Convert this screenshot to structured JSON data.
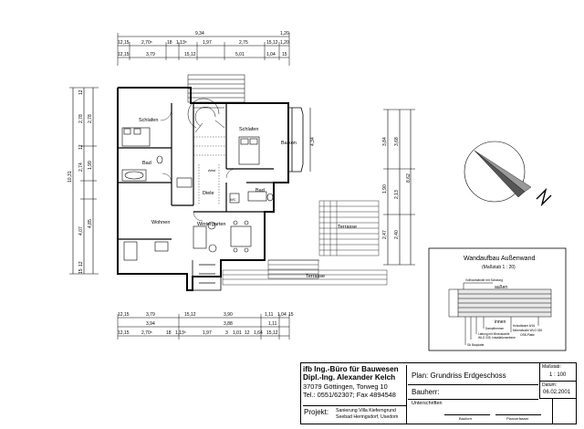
{
  "dimensions": {
    "top_overall": "9,34",
    "top_overall_right": "1,20",
    "top_row1": [
      "12,15",
      "2,70⁵",
      "18",
      "1,13⁵",
      "1,97",
      "2,75",
      "15,12",
      "1,20"
    ],
    "top_row2": [
      "12,15",
      "3,79",
      "15,12",
      "5,01",
      "1,04",
      "15"
    ],
    "bottom_row1": [
      "12,15",
      "3,79",
      "15,12",
      "3,90",
      "1,11",
      "1,04",
      "15"
    ],
    "bottom_row2": [
      "3,94",
      "3,88",
      "1,11"
    ],
    "bottom_row3": [
      "12,15",
      "2,70⁵",
      "18",
      "1,13⁵",
      "1,97",
      "3",
      "1,01",
      "12",
      "1,64",
      "15,12"
    ],
    "left_overall": "10,31",
    "left_row": [
      "12",
      "2,78",
      "12",
      "2,74",
      "4,07",
      "12",
      "15"
    ],
    "left_row2": [
      "2,78",
      "1,99",
      "4,85"
    ],
    "right_row": [
      "4,34"
    ],
    "right_far": [
      "3,84",
      "3,68",
      "1,90",
      "2,13",
      "2,47",
      "2,40",
      "8,62"
    ]
  },
  "rooms": {
    "schlafen_left": "Schlafen",
    "bad_left": "Bad",
    "wohnen": "Wohnen",
    "diele": "Diele",
    "wintergarten": "Wintergarten",
    "schlafen_right": "Schlafen",
    "balkon": "Balkon",
    "bad_right": "Bad",
    "terrasse_upper": "Terrasse",
    "terrasse_lower": "Terrasse",
    "abst": "Abst",
    "wc": "WC"
  },
  "wall_detail": {
    "title": "Wandaufbau Außenwand",
    "scale": "(Maßstab 1 : 20)",
    "outside": "außen",
    "inside": "innen",
    "layers": [
      "Vollholzständer mit Schalung",
      "Dampfbremse",
      "Lattung mit Mineralwolle",
      "WLG 035, Installationsebene",
      "Gk Bauplatte",
      "Holzständer 6/16",
      "Mineralwolle WLG 035",
      "OSB-Platte"
    ]
  },
  "title_block": {
    "company": "ifb Ing.-Büro für Bauwesen",
    "engineer": "Dipl.-Ing. Alexander Kelch",
    "address": "37079 Göttingen, Torweg 10",
    "phone": "Tel.: 0551/62307; Fax 4894548",
    "project_label": "Projekt:",
    "project_line1": "Sanierung Villa Kieferngrund",
    "project_line2": "Seebad Heringsdorf, Usedom",
    "plan": "Plan: Grundriss Erdgeschoss",
    "builder": "Bauherr:",
    "signatures": "Unterschriften",
    "sign_a": "Bauherr",
    "sign_b": "Planverfasser",
    "scale_label": "Maßstab:",
    "scale_value": "1 : 100",
    "date_label": "Datum:",
    "date_value": "06.02.2001"
  },
  "colors": {
    "line": "#000000",
    "hatch": "#555555",
    "background": "#ffffff"
  }
}
